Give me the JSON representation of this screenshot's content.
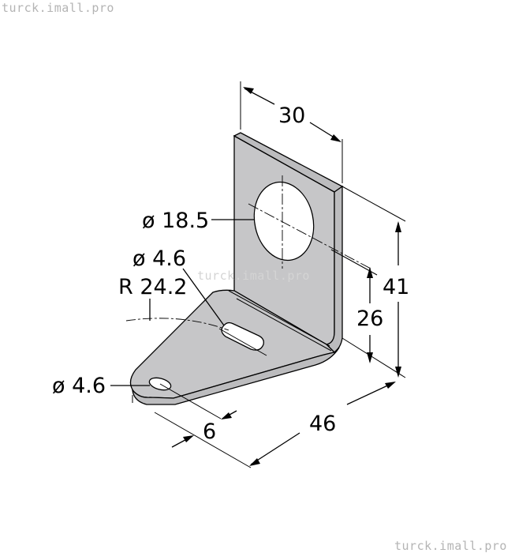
{
  "watermarks": {
    "top_left": "turck.imall.pro",
    "center": "turck.imall.pro",
    "bottom_right": "turck.imall.pro"
  },
  "dimensions": {
    "width_top": "30",
    "hole_large": "ø 18.5",
    "slot": "ø 4.6",
    "radius": "R 24.2",
    "height_total": "41",
    "hole_height": "26",
    "base_length": "46",
    "hole_small": "ø 4.6",
    "hole_offset": "6"
  },
  "colors": {
    "plate_face": "#c6c6c8",
    "plate_edge": "#bcbcbe",
    "outline": "#000000"
  }
}
